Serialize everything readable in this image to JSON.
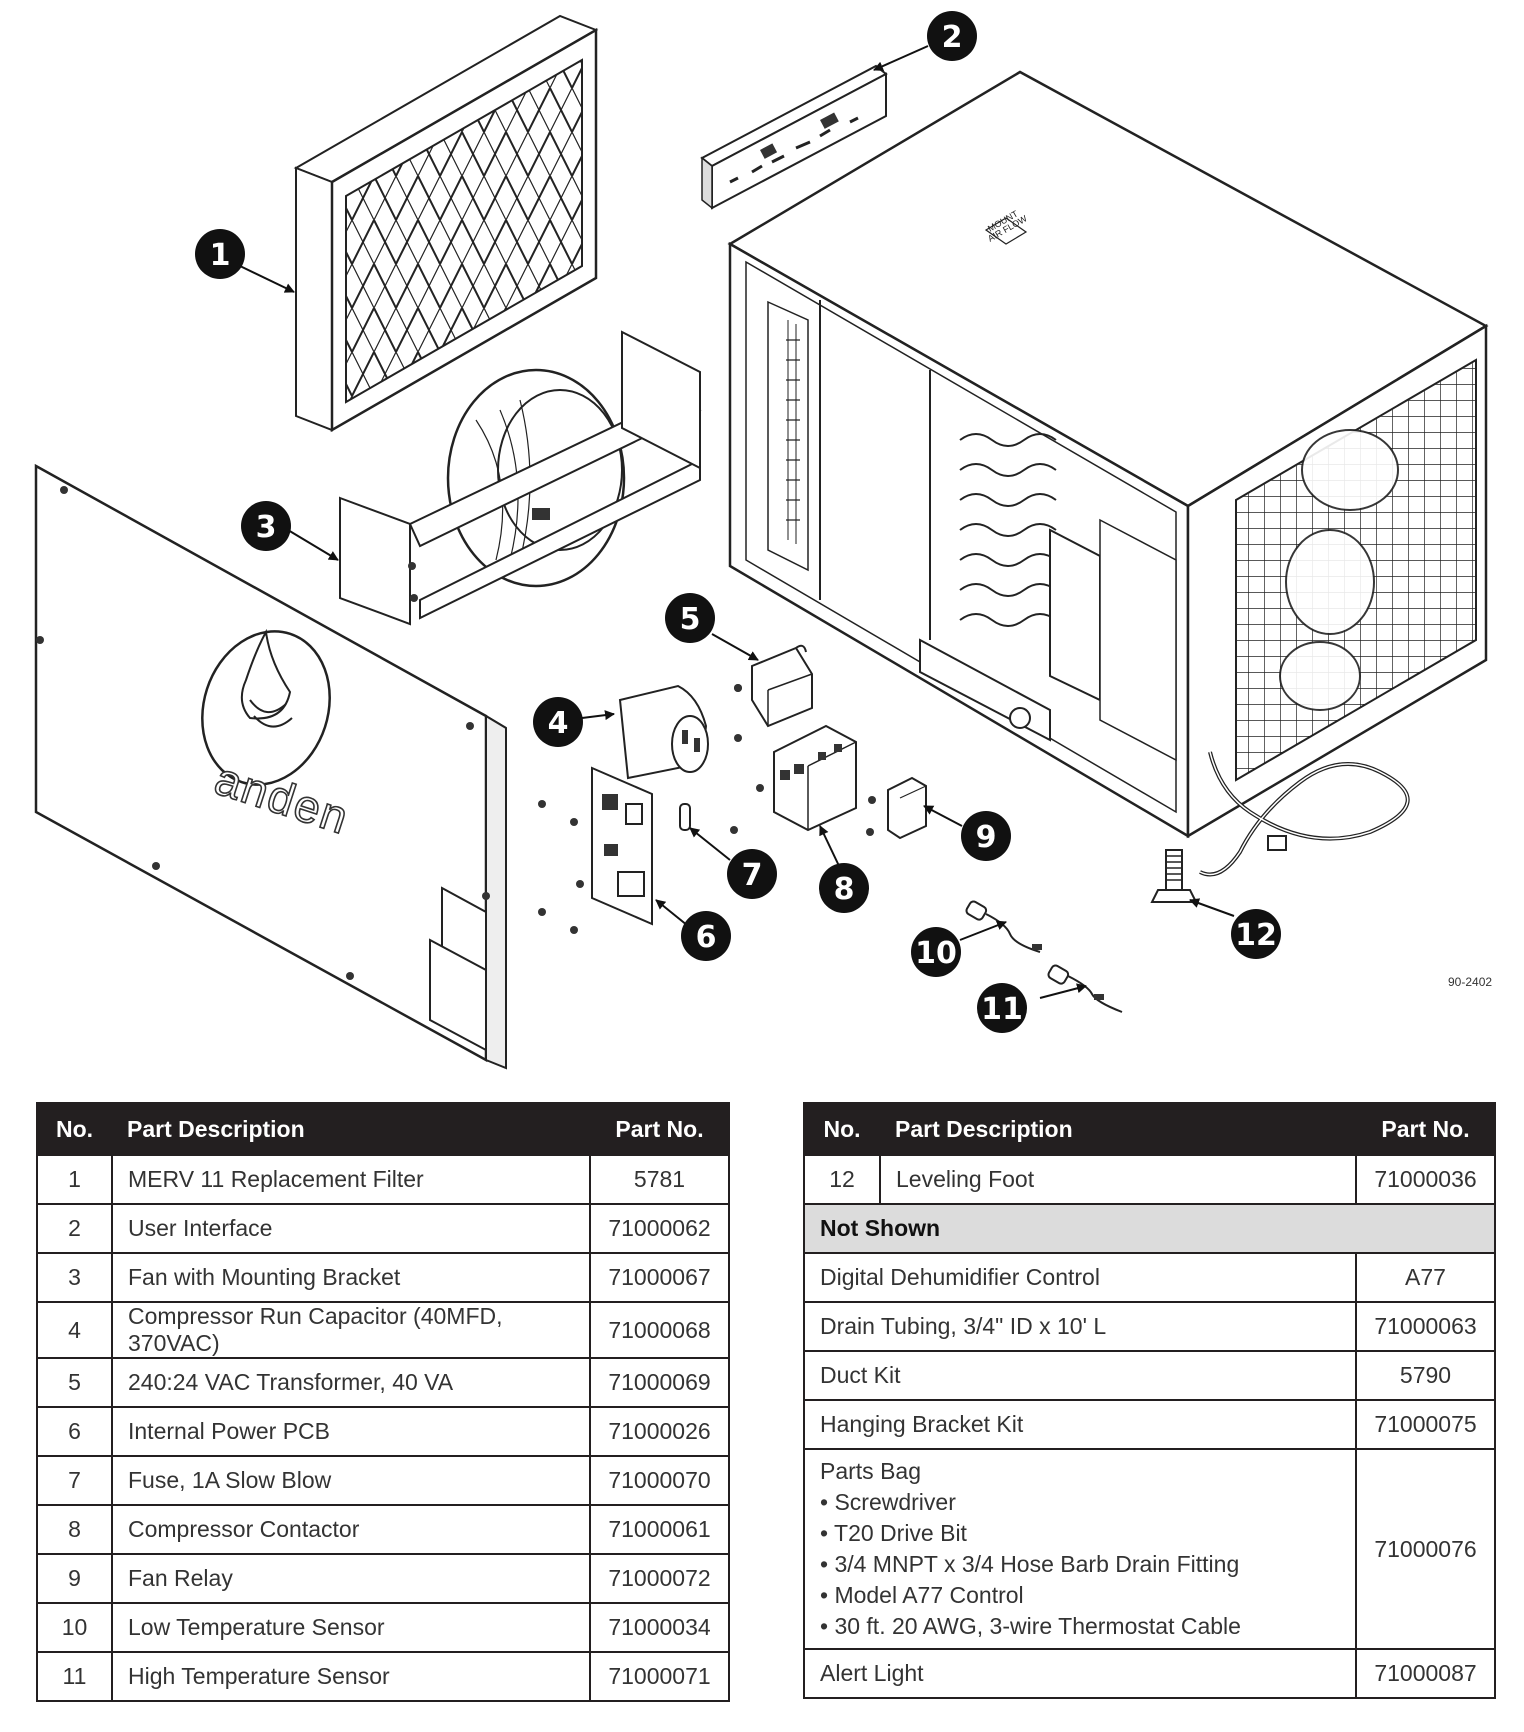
{
  "diagram": {
    "callouts": [
      "1",
      "2",
      "3",
      "4",
      "5",
      "6",
      "7",
      "8",
      "9",
      "10",
      "11",
      "12"
    ],
    "drawing_code": "90-2402",
    "brand": "anden",
    "unit_label_1": "MOUNT",
    "unit_label_2": "AIR FLOW"
  },
  "left_table": {
    "headers": {
      "no": "No.",
      "desc": "Part Description",
      "part": "Part No."
    },
    "rows": [
      {
        "no": "1",
        "desc": "MERV 11 Replacement Filter",
        "part": "5781"
      },
      {
        "no": "2",
        "desc": "User Interface",
        "part": "71000062"
      },
      {
        "no": "3",
        "desc": "Fan with Mounting Bracket",
        "part": "71000067"
      },
      {
        "no": "4",
        "desc": "Compressor Run Capacitor (40MFD, 370VAC)",
        "part": "71000068"
      },
      {
        "no": "5",
        "desc": "240:24 VAC Transformer, 40 VA",
        "part": "71000069"
      },
      {
        "no": "6",
        "desc": "Internal Power PCB",
        "part": "71000026"
      },
      {
        "no": "7",
        "desc": "Fuse, 1A Slow Blow",
        "part": "71000070"
      },
      {
        "no": "8",
        "desc": "Compressor Contactor",
        "part": "71000061"
      },
      {
        "no": "9",
        "desc": "Fan Relay",
        "part": "71000072"
      },
      {
        "no": "10",
        "desc": "Low Temperature Sensor",
        "part": "71000034"
      },
      {
        "no": "11",
        "desc": "High Temperature Sensor",
        "part": "71000071"
      }
    ]
  },
  "right_table": {
    "headers": {
      "no": "No.",
      "desc": "Part Description",
      "part": "Part No."
    },
    "row12": {
      "no": "12",
      "desc": "Leveling Foot",
      "part": "71000036"
    },
    "section": "Not Shown",
    "not_shown": [
      {
        "desc": "Digital Dehumidifier Control",
        "part": "A77"
      },
      {
        "desc": "Drain Tubing, 3/4\" ID x 10' L",
        "part": "71000063"
      },
      {
        "desc": "Duct Kit",
        "part": "5790"
      },
      {
        "desc": "Hanging Bracket Kit",
        "part": "71000075"
      }
    ],
    "parts_bag": {
      "title": "Parts Bag",
      "items": [
        "• Screwdriver",
        "• T20 Drive Bit",
        "• 3/4 MNPT x 3/4 Hose Barb Drain Fitting",
        "• Model A77 Control",
        "• 30 ft. 20 AWG, 3-wire Thermostat Cable"
      ],
      "part": "71000076"
    },
    "alert": {
      "desc": "Alert Light",
      "part": "71000087"
    }
  }
}
